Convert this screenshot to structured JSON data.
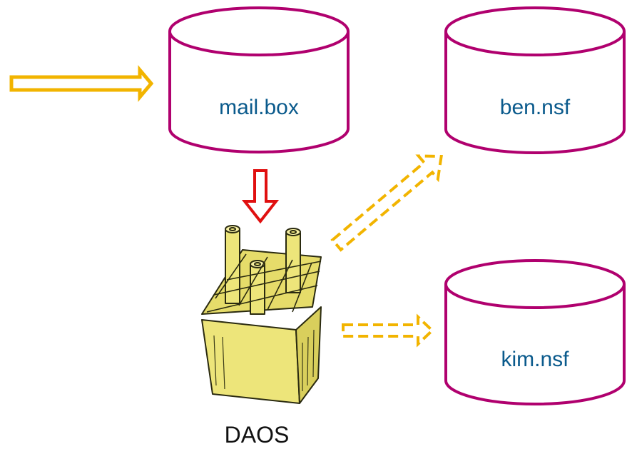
{
  "colors": {
    "background": "#ffffff",
    "cylinder_stroke": "#b0006e",
    "db_label": "#0a5a8c",
    "arrow_yellow": "#f2b400",
    "arrow_red": "#e01010",
    "daos_label": "#111111",
    "box_fill": "#ede57a",
    "box_stroke": "#2a2a10"
  },
  "databases": {
    "mailbox": {
      "label": "mail.box"
    },
    "ben": {
      "label": "ben.nsf"
    },
    "kim": {
      "label": "kim.nsf"
    }
  },
  "daos": {
    "label": "DAOS",
    "icon": "daos-store-icon"
  },
  "arrows": [
    {
      "id": "incoming",
      "style": "solid",
      "color": "yellow"
    },
    {
      "id": "mailbox-to-daos",
      "style": "solid",
      "color": "red"
    },
    {
      "id": "daos-to-ben",
      "style": "dashed",
      "color": "yellow"
    },
    {
      "id": "daos-to-kim",
      "style": "dashed",
      "color": "yellow"
    }
  ]
}
